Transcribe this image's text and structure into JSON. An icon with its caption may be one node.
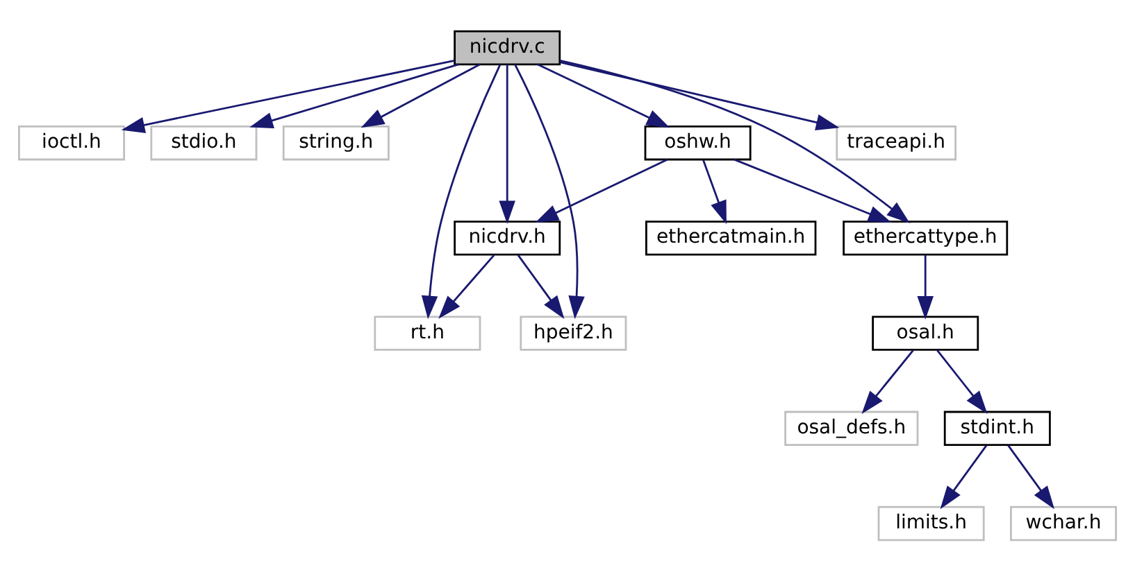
{
  "diagram": {
    "nodes": [
      {
        "text": [
          "nicdrv.c"
        ]
      },
      {
        "text": [
          "ioctl.h"
        ]
      },
      {
        "text": [
          "stdio.h"
        ]
      },
      {
        "text": [
          "string.h"
        ]
      },
      {
        "text": [
          "oshw.h"
        ]
      },
      {
        "text": [
          "traceapi.h"
        ]
      },
      {
        "text": [
          "nicdrv.h"
        ]
      },
      {
        "text": [
          "ethercatmain.h"
        ]
      },
      {
        "text": [
          "ethercattype.h"
        ]
      },
      {
        "text": [
          "rt.h"
        ]
      },
      {
        "text": [
          "hpeif2.h"
        ]
      },
      {
        "text": [
          "osal.h"
        ]
      },
      {
        "text": [
          "osal_defs.h"
        ]
      },
      {
        "text": [
          "stdint.h"
        ]
      },
      {
        "text": [
          "limits.h"
        ]
      },
      {
        "text": [
          "wchar.h"
        ]
      }
    ],
    "edges": [
      {
        "from": 0,
        "to": 1,
        "arrow": "to"
      },
      {
        "from": 0,
        "to": 2,
        "arrow": "to"
      },
      {
        "from": 0,
        "to": 3,
        "arrow": "to"
      },
      {
        "from": 0,
        "to": 4,
        "arrow": "to"
      },
      {
        "from": 0,
        "to": 5,
        "arrow": "to"
      },
      {
        "from": 0,
        "to": 6,
        "arrow": "to"
      },
      {
        "from": 0,
        "to": 9,
        "arrow": "to"
      },
      {
        "from": 0,
        "to": 10,
        "arrow": "to"
      },
      {
        "from": 0,
        "to": 8,
        "arrow": "to"
      },
      {
        "from": 4,
        "to": 6,
        "arrow": "to"
      },
      {
        "from": 4,
        "to": 7,
        "arrow": "to"
      },
      {
        "from": 4,
        "to": 8,
        "arrow": "to"
      },
      {
        "from": 6,
        "to": 9,
        "arrow": "to"
      },
      {
        "from": 6,
        "to": 10,
        "arrow": "to"
      },
      {
        "from": 8,
        "to": 11,
        "arrow": "to"
      },
      {
        "from": 11,
        "to": 12,
        "arrow": "to"
      },
      {
        "from": 11,
        "to": 13,
        "arrow": "to"
      },
      {
        "from": 13,
        "to": 14,
        "arrow": "to"
      },
      {
        "from": 13,
        "to": 15,
        "arrow": "to"
      }
    ]
  }
}
